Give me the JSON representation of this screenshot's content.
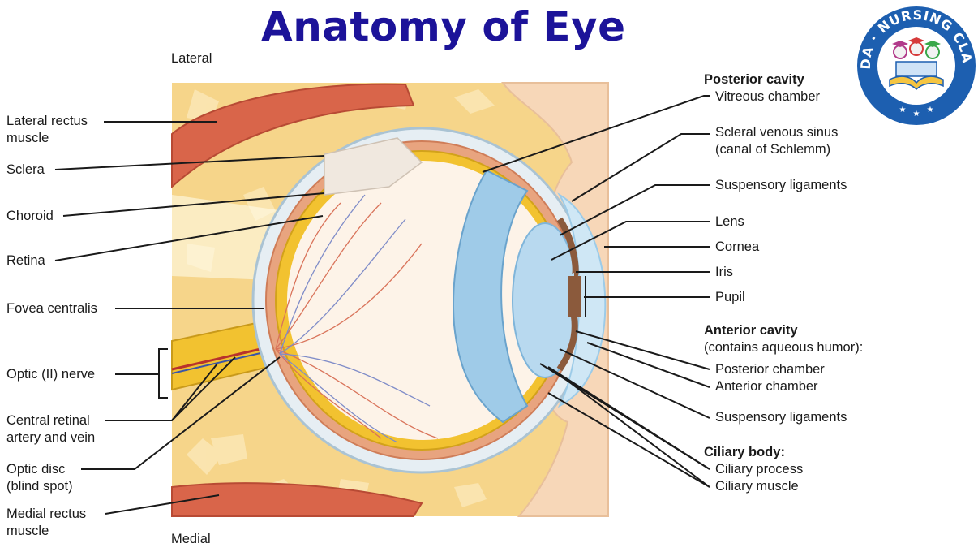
{
  "title": "Anatomy of Eye",
  "orientation": {
    "top": "Lateral",
    "bottom": "Medial"
  },
  "left_labels": {
    "lateral_rectus_1": "Lateral rectus",
    "lateral_rectus_2": "muscle",
    "sclera": "Sclera",
    "choroid": "Choroid",
    "retina": "Retina",
    "fovea": "Fovea centralis",
    "optic_nerve": "Optic (II) nerve",
    "central_retinal_1": "Central retinal",
    "central_retinal_2": "artery and vein",
    "optic_disc_1": "Optic disc",
    "optic_disc_2": "(blind spot)",
    "medial_rectus_1": "Medial rectus",
    "medial_rectus_2": "muscle"
  },
  "right_labels": {
    "posterior_cavity": "Posterior cavity",
    "vitreous": "Vitreous chamber",
    "scleral_sinus_1": "Scleral venous sinus",
    "scleral_sinus_2": "(canal of Schlemm)",
    "suspensory_top": "Suspensory ligaments",
    "lens": "Lens",
    "cornea": "Cornea",
    "iris": "Iris",
    "pupil": "Pupil",
    "anterior_cavity": "Anterior cavity",
    "contains": "(contains aqueous humor):",
    "posterior_chamber": "Posterior chamber",
    "anterior_chamber": "Anterior chamber",
    "suspensory_bottom": "Suspensory ligaments",
    "ciliary_body": "Ciliary body:",
    "ciliary_process": "Ciliary process",
    "ciliary_muscle": "Ciliary muscle"
  },
  "logo": {
    "text_top": "NANDA · NURSING CLASSES",
    "colors": {
      "ring": "#1d5fb0",
      "inner": "#ffffff",
      "stars": "#ffffff"
    }
  },
  "colors": {
    "title": "#1c1399",
    "fat": "#f6d58a",
    "muscle": "#d9654a",
    "sclera": "#e6eef3",
    "choroid": "#e8a47f",
    "retina": "#f2c230",
    "vitreous": "#fdf3e8",
    "cornea": "#cfe7f5",
    "lens": "#b8d9ef",
    "iris": "#8b5a3c",
    "skin": "#f7d7b8"
  }
}
